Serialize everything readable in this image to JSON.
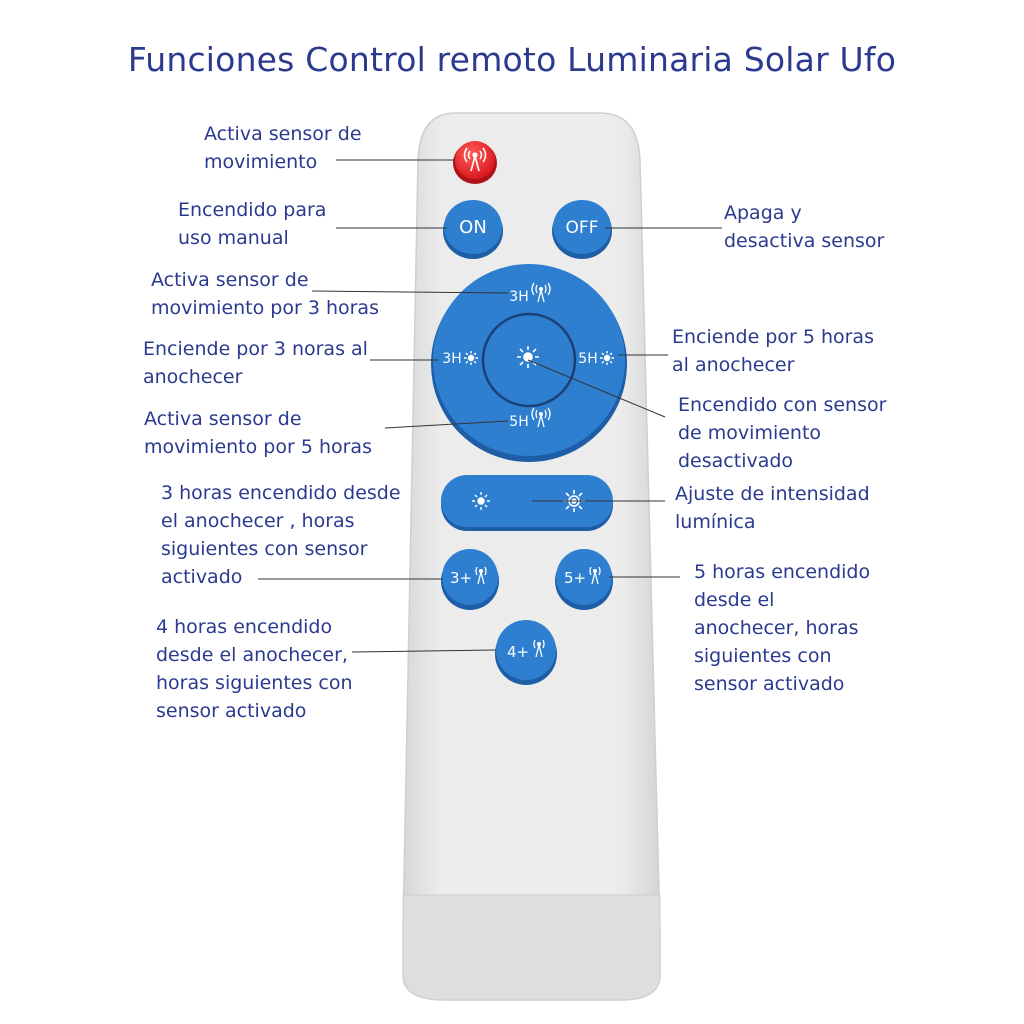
{
  "title": "Funciones Control remoto Luminaria Solar  Ufo",
  "buttons": {
    "on": "ON",
    "off": "OFF",
    "ring_top": "3H",
    "ring_left": "3H",
    "ring_right": "5H",
    "ring_bottom": "5H",
    "b3": "3+",
    "b5": "5+",
    "b4": "4+"
  },
  "labels": {
    "motion_sensor": "Activa sensor de\nmovimiento",
    "manual_on": "Encendido para\nuso manual",
    "off_sensor": "Apaga y\ndesactiva sensor",
    "motion_3h": "Activa sensor de\nmovimiento por 3 horas",
    "on_3h_dusk": "Enciende por 3 noras al\nanochecer",
    "on_5h_dusk": "Enciende por 5 horas\nal anochecer",
    "on_sensor_off": "Encendido con sensor\nde movimiento\ndesactivado",
    "motion_5h": "Activa sensor de\nmovimiento por 5 horas",
    "on3_then_sensor": "3 horas encendido desde\nel anochecer , horas\nsiguientes con sensor\nactivado",
    "brightness": "Ajuste de intensidad\nlumínica",
    "on5_then_sensor": "5 horas encendido\ndesde el\nanochecer, horas\nsiguientes con\nsensor activado",
    "on4_then_sensor": "4 horas encendido\ndesde el anochecer,\nhoras siguientes con\nsensor activado"
  },
  "colors": {
    "text": "#2b3a8f",
    "button_blue": "#2f7fd0",
    "button_red": "#e8282d",
    "remote_body": "#e6e6e6"
  }
}
